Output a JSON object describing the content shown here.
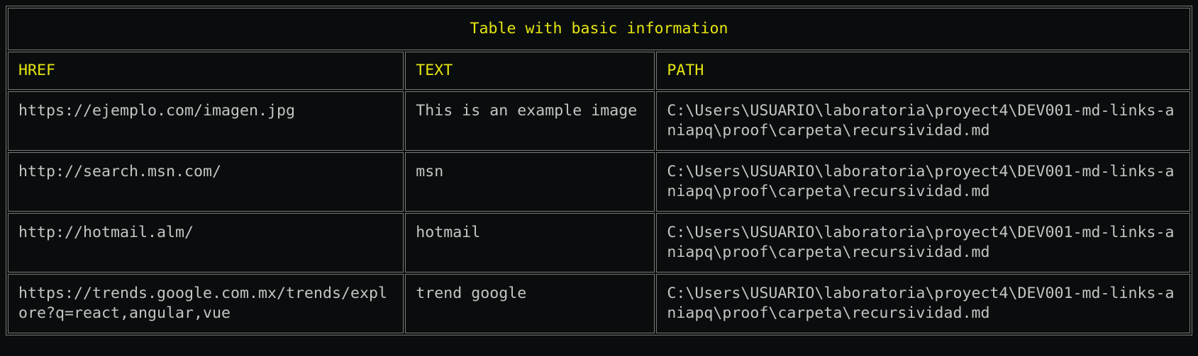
{
  "title": "Table with basic information",
  "table": {
    "columns": [
      "HREF",
      "TEXT",
      "PATH"
    ],
    "rows": [
      {
        "href": "https://ejemplo.com/imagen.jpg",
        "text": "This is an example image",
        "path": "C:\\Users\\USUARIO\\laboratoria\\proyect4\\DEV001-md-links-aniapq\\proof\\carpeta\\recursividad.md"
      },
      {
        "href": "http://search.msn.com/",
        "text": "msn",
        "path": "C:\\Users\\USUARIO\\laboratoria\\proyect4\\DEV001-md-links-aniapq\\proof\\carpeta\\recursividad.md"
      },
      {
        "href": "http://hotmail.alm/",
        "text": "hotmail",
        "path": "C:\\Users\\USUARIO\\laboratoria\\proyect4\\DEV001-md-links-aniapq\\proof\\carpeta\\recursividad.md"
      },
      {
        "href": "https://trends.google.com.mx/trends/explore?q=react,angular,vue",
        "text": "trend google",
        "path": "C:\\Users\\USUARIO\\laboratoria\\proyect4\\DEV001-md-links-aniapq\\proof\\carpeta\\recursividad.md"
      }
    ]
  },
  "colors": {
    "bg": "#0a0d0d",
    "border": "#767b76",
    "text": "#c2c5c2",
    "accent": "#e5e510"
  }
}
